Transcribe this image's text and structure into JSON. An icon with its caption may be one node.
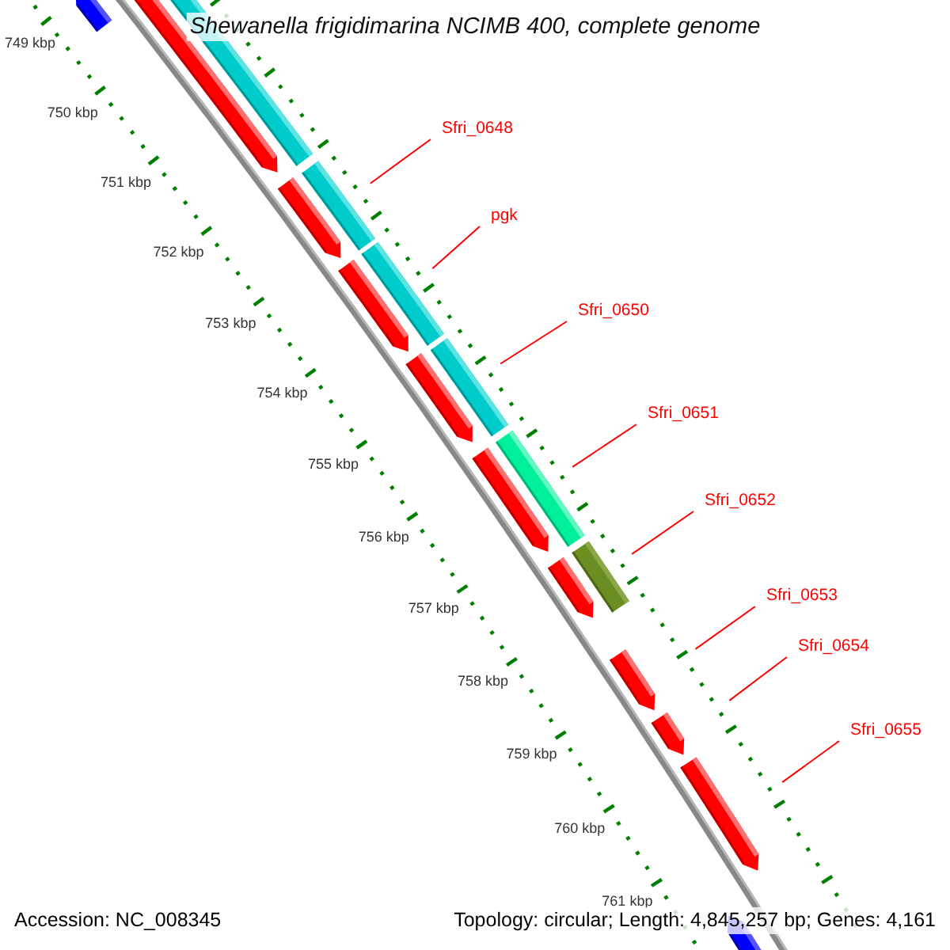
{
  "diagram": {
    "title": "Shewanella frigidimarina NCIMB 400, complete genome",
    "nodes": [
      {
        "text": [
          "Sfri_0648"
        ]
      },
      {
        "text": [
          "pgk"
        ]
      },
      {
        "text": [
          "Sfri_0650"
        ]
      },
      {
        "text": [
          "Sfri_0651"
        ]
      },
      {
        "text": [
          "Sfri_0652"
        ]
      },
      {
        "text": [
          "Sfri_0653"
        ]
      },
      {
        "text": [
          "Sfri_0654"
        ]
      },
      {
        "text": [
          "Sfri_0655"
        ]
      },
      {
        "text": [],
        "shape": "bar"
      },
      {
        "text": [],
        "shape": "bar"
      },
      {
        "text": [],
        "shape": "bar"
      },
      {
        "text": [],
        "shape": "bar"
      },
      {
        "text": [],
        "shape": "bar"
      },
      {
        "text": [],
        "shape": "arrow"
      },
      {
        "text": [],
        "shape": "arrow"
      },
      {
        "text": [],
        "shape": "arrow"
      }
    ],
    "edges": [
      {
        "from": 0,
        "to": 8,
        "arrow": "none"
      },
      {
        "from": 1,
        "to": 9,
        "arrow": "none"
      },
      {
        "from": 2,
        "to": 10,
        "arrow": "none"
      },
      {
        "from": 3,
        "to": 11,
        "arrow": "none"
      },
      {
        "from": 4,
        "to": 12,
        "arrow": "none"
      },
      {
        "from": 5,
        "to": 13,
        "arrow": "none"
      },
      {
        "from": 6,
        "to": 14,
        "arrow": "none"
      },
      {
        "from": 7,
        "to": 15,
        "arrow": "none"
      }
    ],
    "labels": [
      "749 kbp",
      "750 kbp",
      "751 kbp",
      "752 kbp",
      "753 kbp",
      "754 kbp",
      "755 kbp",
      "756 kbp",
      "757 kbp",
      "758 kbp",
      "759 kbp",
      "760 kbp",
      "761 kbp",
      "Accession: NC_008345",
      "Topology: circular; Length: 4,845,257 bp; Genes: 4,161"
    ]
  }
}
